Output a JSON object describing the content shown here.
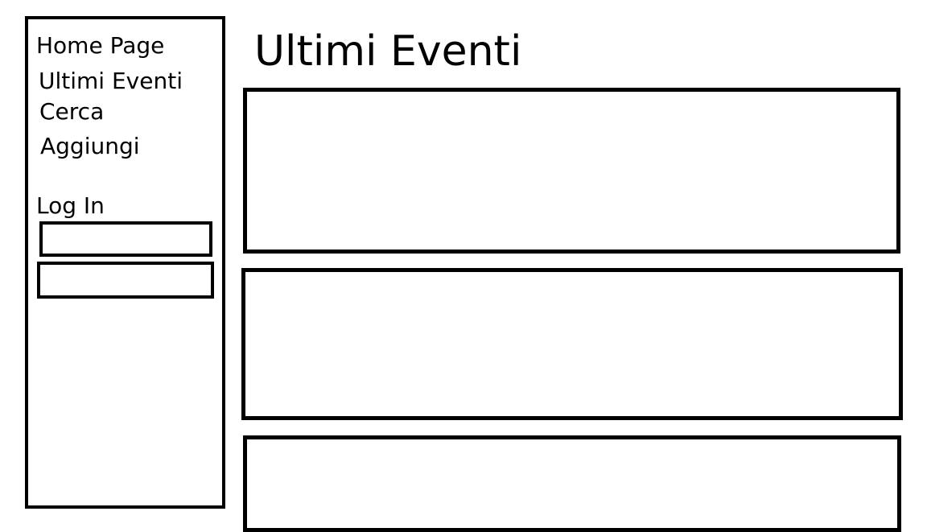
{
  "sidebar": {
    "nav_items": [
      {
        "label": "Home Page"
      },
      {
        "label": "Ultimi Eventi"
      },
      {
        "label": "Cerca"
      },
      {
        "label": "Aggiungi"
      }
    ],
    "login": {
      "label": "Log In",
      "username_value": "",
      "password_value": ""
    }
  },
  "main": {
    "title": "Ultimi Eventi",
    "event_cards": [
      {},
      {},
      {}
    ]
  }
}
